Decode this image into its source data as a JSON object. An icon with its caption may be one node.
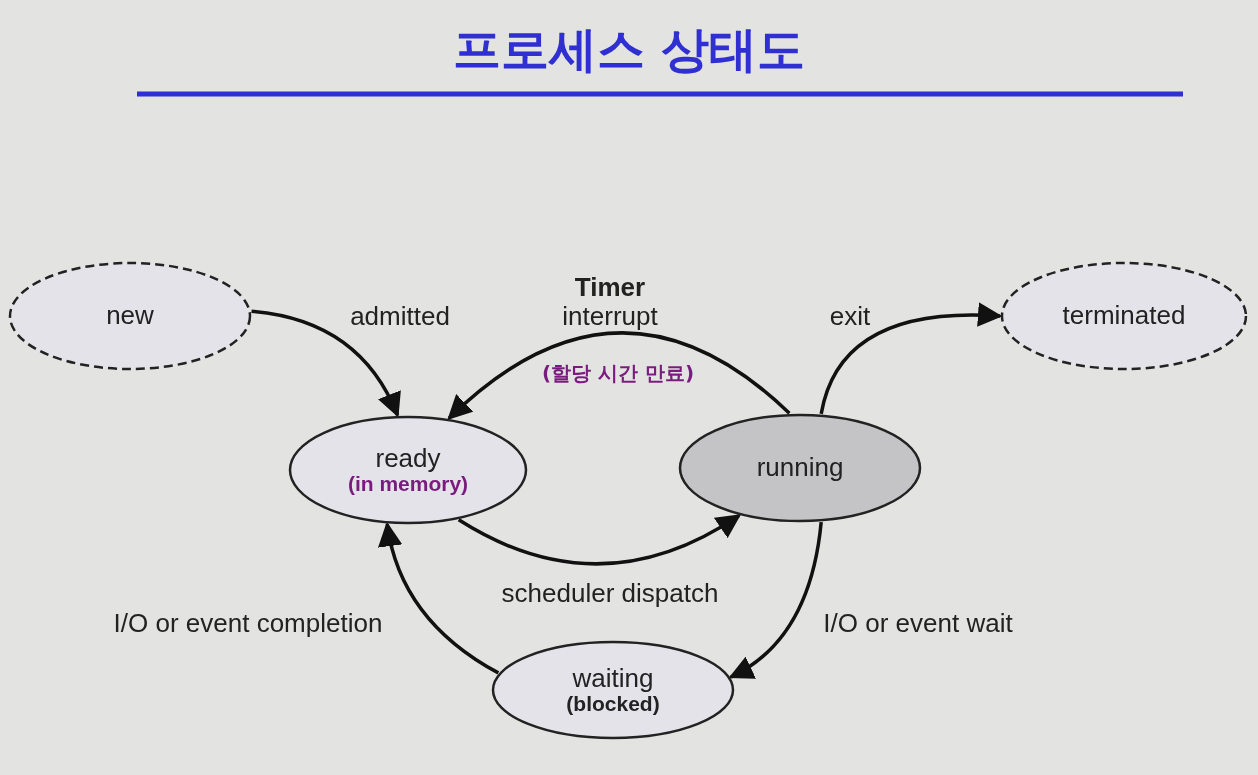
{
  "diagram": {
    "title": "프로세스 상태도",
    "nodes": [
      {
        "text": [
          "new"
        ]
      },
      {
        "text": [
          "ready",
          "(in memory)"
        ]
      },
      {
        "text": [
          "running"
        ]
      },
      {
        "text": [
          "terminated"
        ]
      },
      {
        "text": [
          "waiting",
          "(blocked)"
        ]
      }
    ],
    "edges": [
      {
        "from": 0,
        "to": 1,
        "arrow": "to",
        "label": "admitted"
      },
      {
        "from": 2,
        "to": 1,
        "arrow": "to",
        "label": "**Timer** interrupt"
      },
      {
        "from": 1,
        "to": 2,
        "arrow": "to",
        "label": "scheduler dispatch"
      },
      {
        "from": 2,
        "to": 3,
        "arrow": "to",
        "label": "exit"
      },
      {
        "from": 2,
        "to": 4,
        "arrow": "to",
        "label": "I/O or event wait"
      },
      {
        "from": 4,
        "to": 1,
        "arrow": "to",
        "label": "I/O or event completion"
      }
    ],
    "labels": [
      "(할당 시간 만료)"
    ]
  }
}
